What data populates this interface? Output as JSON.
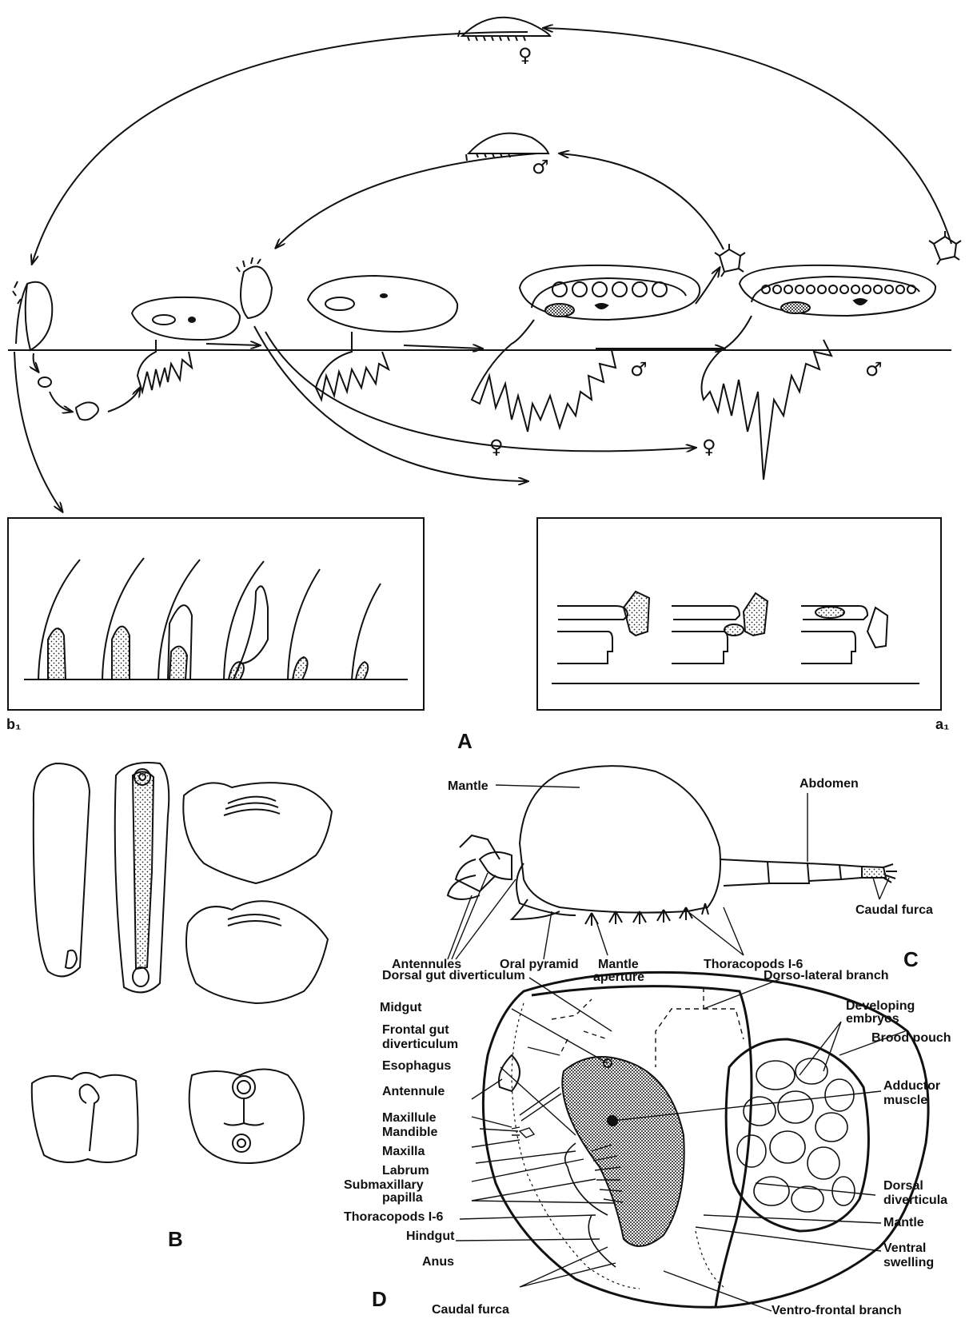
{
  "panels": {
    "A": "A",
    "B": "B",
    "C": "C",
    "D": "D",
    "a1": "a₁",
    "b1": "b₁"
  },
  "symbols": {
    "female": "♀",
    "male": "♂"
  },
  "panel_c": {
    "mantle": "Mantle",
    "abdomen": "Abdomen",
    "caudal_furca": "Caudal furca",
    "antennules": "Antennules",
    "oral_pyramid": "Oral pyramid",
    "mantle_aperture_1": "Mantle",
    "mantle_aperture_2": "aperture",
    "thoracopods": "Thoracopods I-6"
  },
  "panel_d": {
    "dorsal_gut": "Dorsal gut diverticulum",
    "dorso_lateral": "Dorso-lateral branch",
    "midgut": "Midgut",
    "developing_1": "Developing",
    "developing_2": "embryos",
    "frontal_gut_1": "Frontal gut",
    "frontal_gut_2": "diverticulum",
    "brood_pouch": "Brood pouch",
    "esophagus": "Esophagus",
    "antennule": "Antennule",
    "adductor_1": "Adductor",
    "adductor_2": "muscle",
    "maxillule": "Maxillule",
    "mandible": "Mandible",
    "maxilla": "Maxilla",
    "labrum": "Labrum",
    "submax_1": "Submaxillary",
    "submax_2": "papilla",
    "thoracopods": "Thoracopods I-6",
    "dorsal_div_1": "Dorsal",
    "dorsal_div_2": "diverticula",
    "hindgut": "Hindgut",
    "mantle": "Mantle",
    "ventral_1": "Ventral",
    "ventral_2": "swelling",
    "anus": "Anus",
    "caudal_furca": "Caudal furca",
    "ventro_frontal": "Ventro-frontal branch"
  }
}
